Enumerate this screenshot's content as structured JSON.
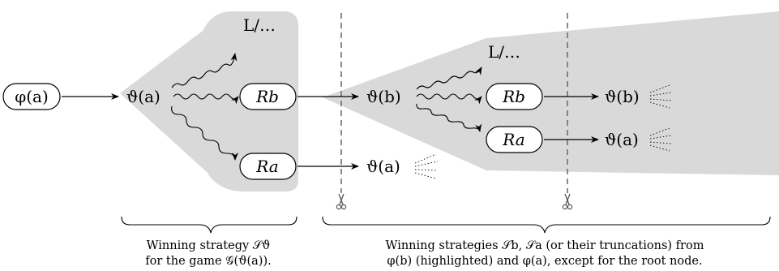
{
  "nodes": {
    "phi_a": "φ(a)",
    "theta_a": "ϑ(a)",
    "L_top": "L/…",
    "R_b": "Rb",
    "R_a": "Ra",
    "theta_a_2": "ϑ(a)",
    "theta_b": "ϑ(b)",
    "L_right": "L/…",
    "R_b_right": "Rb",
    "R_a_right": "Ra",
    "theta_b_2": "ϑ(b)",
    "theta_a_3": "ϑ(a)"
  },
  "captions": {
    "left_line1": "Winning strategy 𝒮ϑ",
    "left_line2": "for the game 𝒢(ϑ(a)).",
    "right_line1": "Winning strategies 𝒮b, 𝒮a (or their truncations) from",
    "right_line2": "φ(b) (highlighted) and φ(a), except for the root node."
  },
  "colors": {
    "highlight": "#d9d9d9",
    "cut_line": "#6e6e6e",
    "ink": "#000000"
  },
  "icons": [
    "scissors-icon",
    "scissors-icon"
  ]
}
